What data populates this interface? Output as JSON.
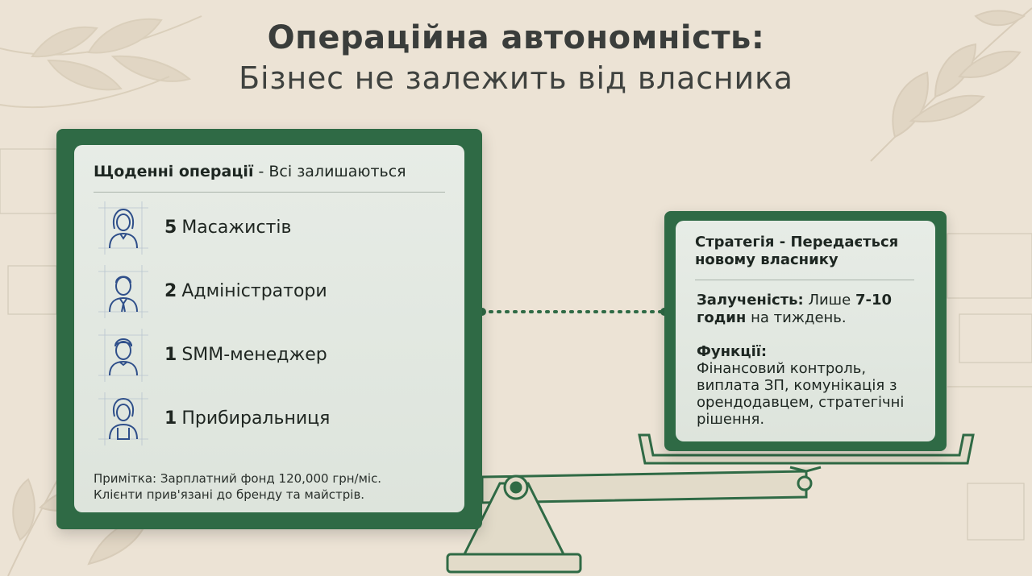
{
  "header": {
    "title": "Операційна автономність:",
    "subtitle": "Бізнес не залежить від власника"
  },
  "left_panel": {
    "heading_bold": "Щоденні операції",
    "heading_rest": " - Всі залишаються",
    "staff": [
      {
        "count": "5",
        "role": "Масажистів",
        "icon": "woman-icon"
      },
      {
        "count": "2",
        "role": "Адміністратори",
        "icon": "man-tie-icon"
      },
      {
        "count": "1",
        "role": "SMM-менеджер",
        "icon": "man-icon"
      },
      {
        "count": "1",
        "role": "Прибиральниця",
        "icon": "woman-apron-icon"
      }
    ],
    "note_line1": "Примітка: Зарплатний фонд 120,000 грн/міс.",
    "note_line2": "Клієнти прив'язані до бренду та майстрів."
  },
  "right_panel": {
    "heading": "Стратегія - Передається новому власнику",
    "engagement_label": "Залученість:",
    "engagement_text": " Лише ",
    "engagement_hours": "7-10 годин",
    "engagement_tail": " на тиждень.",
    "functions_label": "Функції:",
    "functions_text": "Фінансовий контроль, виплата ЗП, комунікація з орендодавцем, стратегічні рішення."
  },
  "colors": {
    "frame_green": "#2f6a45",
    "background": "#ece3d5",
    "card": "#e3e8e2",
    "icon_blue": "#2f4f8a"
  }
}
